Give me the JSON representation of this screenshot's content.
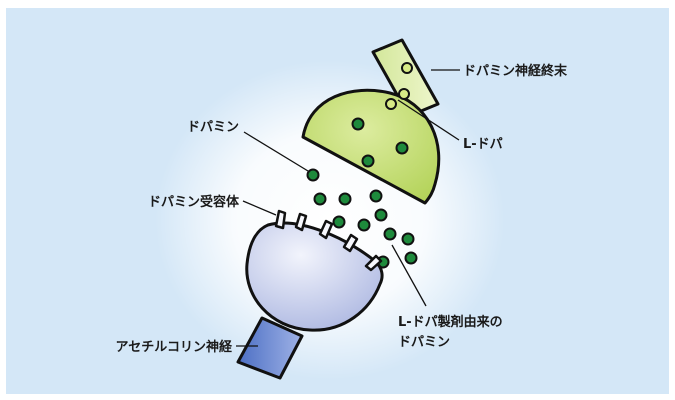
{
  "labels": {
    "dopamine_terminal": "ドパミン神経終末",
    "l_dopa": "L-ドパ",
    "dopamine": "ドパミン",
    "dopamine_receptor": "ドパミン受容体",
    "acetylcholine_nerve": "アセチルコリン神経",
    "ldopa_derived_line1": "L-ドパ製剤由来の",
    "ldopa_derived_line2": "ドパミン"
  },
  "colors": {
    "background": "#d4e7f7",
    "terminal_fill": "#b4d35a",
    "terminal_fill_light": "#dcec9f",
    "nerve_fill": "#b9c3e6",
    "nerve_fill_light": "#f2f4fc",
    "dopamine_dot": "#1e8a3c",
    "ldopa_dot": "#d7ea86"
  }
}
